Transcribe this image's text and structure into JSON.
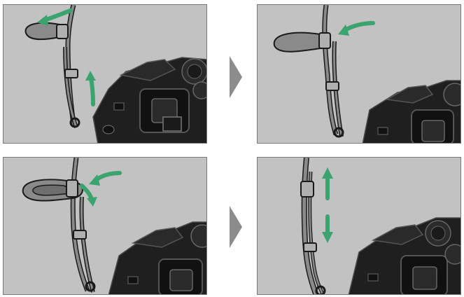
{
  "colors": {
    "panel_bg": "#c2c2c2",
    "panel_border": "#7a7a7a",
    "camera_body": "#1f1f1f",
    "camera_edge": "#4a4a4a",
    "strap": "#8a8a8a",
    "strap_outline": "#1a1a1a",
    "action_arrow": "#3aa36e",
    "step_arrow": "#8c8c8c"
  },
  "steps": [
    {
      "id": "step-1",
      "arrows": [
        "arrow-left",
        "arrow-up"
      ]
    },
    {
      "id": "step-2",
      "arrows": [
        "arrow-curve-left"
      ]
    },
    {
      "id": "step-3",
      "arrows": [
        "arrow-curve-left",
        "arrow-curve-down"
      ]
    },
    {
      "id": "step-4",
      "arrows": [
        "arrow-up",
        "arrow-down"
      ]
    }
  ],
  "separators": [
    "chevron-right-icon",
    "chevron-right-icon"
  ]
}
